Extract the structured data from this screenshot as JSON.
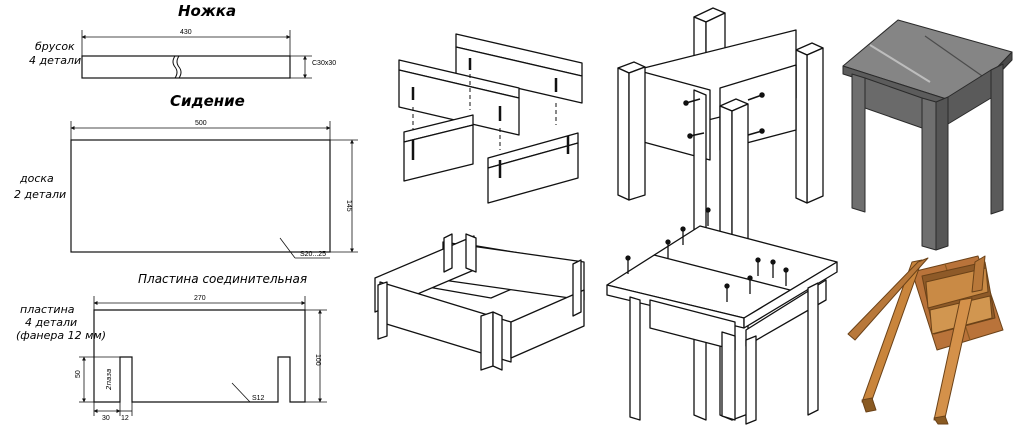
{
  "leg": {
    "title": "Ножка",
    "part_name": "брусок",
    "part_count": "4 детали",
    "length": "430",
    "section": "С30х30"
  },
  "seat": {
    "title": "Сидение",
    "part_name": "доска",
    "part_count": "2 детали",
    "length": "500",
    "width": "145",
    "thickness": "S20...25"
  },
  "plate": {
    "title": "Пластина соединительная",
    "part_name": "пластина",
    "part_count": "4 детали",
    "material": "(фанера 12 мм)",
    "length": "270",
    "height": "100",
    "slot_depth": "50",
    "slot_note": "2паза",
    "offset": "30",
    "slot_width": "12",
    "thickness": "S12"
  },
  "colors": {
    "line": "#111111",
    "model_gray": "#6f6f6f",
    "model_gray_top": "#858585",
    "wood": "#c9853c",
    "wood_dark": "#8a5a22"
  },
  "icons": [
    "leg-drawing",
    "seat-drawing",
    "plate-drawing",
    "slotted-plates-assembly",
    "legs-with-plates-screwed",
    "plates-frame-assembled",
    "seat-boards-nailed",
    "stool-model-gray",
    "stool-model-wood-upside-down"
  ]
}
